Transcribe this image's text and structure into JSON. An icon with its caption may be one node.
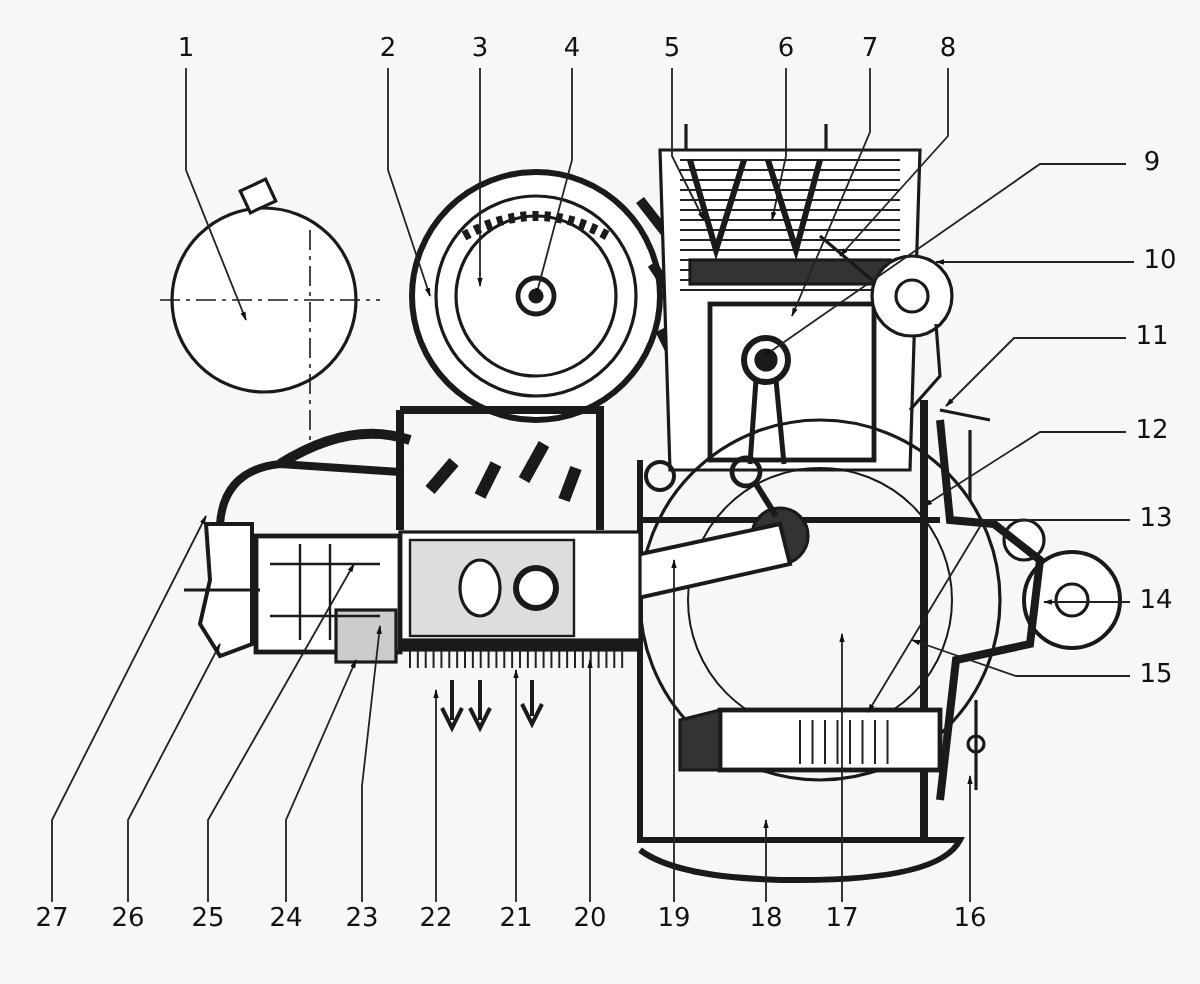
{
  "diagram": {
    "nodes": [
      {
        "text": [
          "1"
        ]
      },
      {
        "text": [
          "2"
        ]
      },
      {
        "text": [
          "3"
        ]
      },
      {
        "text": [
          "4"
        ]
      },
      {
        "text": [
          "5"
        ]
      },
      {
        "text": [
          "6"
        ]
      },
      {
        "text": [
          "7"
        ]
      },
      {
        "text": [
          "8"
        ]
      },
      {
        "text": [
          "9"
        ]
      },
      {
        "text": [
          "10"
        ]
      },
      {
        "text": [
          "11"
        ]
      },
      {
        "text": [
          "12"
        ]
      },
      {
        "text": [
          "13"
        ]
      },
      {
        "text": [
          "14"
        ]
      },
      {
        "text": [
          "15"
        ]
      },
      {
        "text": [
          "16"
        ]
      },
      {
        "text": [
          "17"
        ]
      },
      {
        "text": [
          "18"
        ]
      },
      {
        "text": [
          "19"
        ]
      },
      {
        "text": [
          "20"
        ]
      },
      {
        "text": [
          "21"
        ]
      },
      {
        "text": [
          "22"
        ]
      },
      {
        "text": [
          "23"
        ]
      },
      {
        "text": [
          "24"
        ]
      },
      {
        "text": [
          "25"
        ]
      },
      {
        "text": [
          "26"
        ]
      },
      {
        "text": [
          "27"
        ]
      }
    ],
    "edges": [
      {
        "from": 0,
        "to": null,
        "arrow": "to"
      },
      {
        "from": 1,
        "to": null,
        "arrow": "to"
      },
      {
        "from": 2,
        "to": null,
        "arrow": "to"
      },
      {
        "from": 3,
        "to": null,
        "arrow": "to"
      },
      {
        "from": 4,
        "to": null,
        "arrow": "to"
      },
      {
        "from": 5,
        "to": null,
        "arrow": "to"
      },
      {
        "from": 6,
        "to": null,
        "arrow": "to"
      },
      {
        "from": 7,
        "to": null,
        "arrow": "to"
      },
      {
        "from": 8,
        "to": null,
        "arrow": "to"
      },
      {
        "from": 9,
        "to": null,
        "arrow": "to"
      },
      {
        "from": 10,
        "to": null,
        "arrow": "to"
      },
      {
        "from": 11,
        "to": null,
        "arrow": "to"
      },
      {
        "from": 12,
        "to": null,
        "arrow": "to"
      },
      {
        "from": 13,
        "to": null,
        "arrow": "to"
      },
      {
        "from": 14,
        "to": null,
        "arrow": "to"
      },
      {
        "from": 15,
        "to": null,
        "arrow": "to"
      },
      {
        "from": 16,
        "to": null,
        "arrow": "to"
      },
      {
        "from": 17,
        "to": null,
        "arrow": "to"
      },
      {
        "from": 18,
        "to": null,
        "arrow": "to"
      },
      {
        "from": 19,
        "to": null,
        "arrow": "to"
      },
      {
        "from": 20,
        "to": null,
        "arrow": "to"
      },
      {
        "from": 21,
        "to": null,
        "arrow": "to"
      },
      {
        "from": 22,
        "to": null,
        "arrow": "to"
      },
      {
        "from": 23,
        "to": null,
        "arrow": "to"
      },
      {
        "from": 24,
        "to": null,
        "arrow": "to"
      },
      {
        "from": 25,
        "to": null,
        "arrow": "to"
      },
      {
        "from": 26,
        "to": null,
        "arrow": "to"
      }
    ]
  }
}
